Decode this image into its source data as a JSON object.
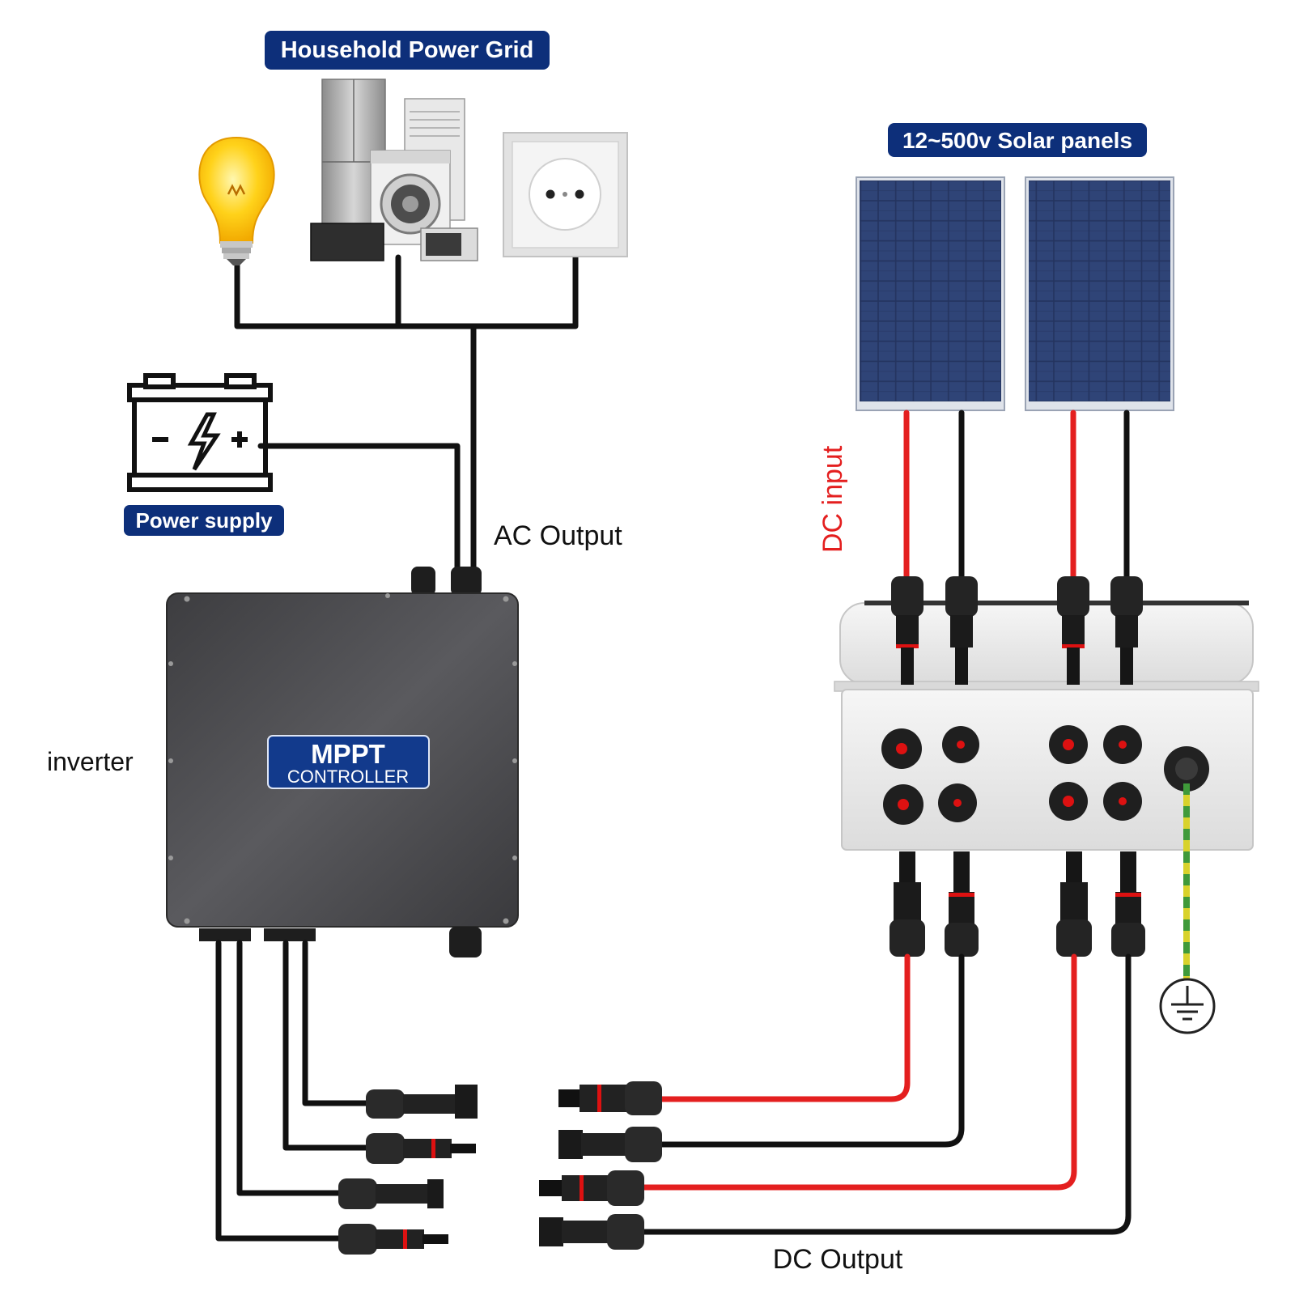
{
  "labels": {
    "household_grid": "Household Power Grid",
    "solar_panels": "12~500v  Solar panels",
    "power_supply": "Power supply",
    "ac_output": "AC Output",
    "dc_input": "DC input",
    "inverter": "inverter",
    "dc_output": "DC Output"
  },
  "controller": {
    "line1": "MPPT",
    "line2": "CONTROLLER"
  },
  "colors": {
    "label_pill": "#0d2f7a",
    "badge_blue": "#123a8c",
    "inverter_body": "#4a4a4e",
    "junction_box": "#ececec",
    "wire_black": "#111111",
    "wire_red": "#e41f1f",
    "ground_wire_yellow": "#d8d22b",
    "ground_wire_green": "#3f9a3a",
    "solar_cell": "#22325f",
    "dc_input_text": "#e41f1f"
  },
  "icons": {
    "bulb": "light-bulb-icon",
    "appliances": "appliances-icon",
    "socket": "wall-socket-icon",
    "battery": "battery-icon",
    "ground": "ground-symbol-icon"
  }
}
